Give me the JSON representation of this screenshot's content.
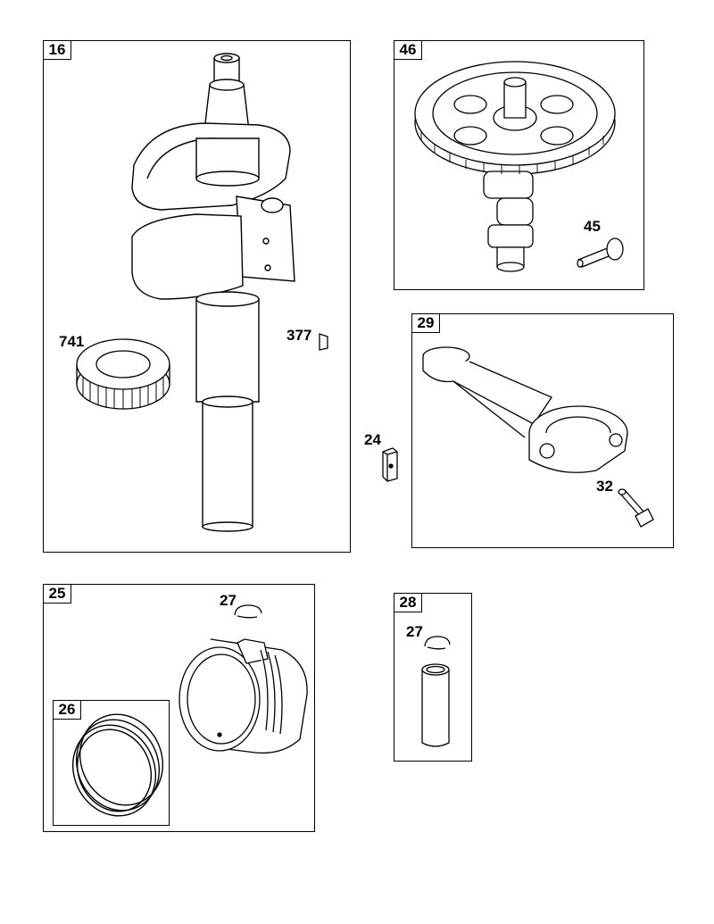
{
  "panels": {
    "p16": {
      "label": "16"
    },
    "p46": {
      "label": "46"
    },
    "p29": {
      "label": "29"
    },
    "p25": {
      "label": "25"
    },
    "p26": {
      "label": "26"
    },
    "p28": {
      "label": "28"
    }
  },
  "callouts": {
    "c741": "741",
    "c377": "377",
    "c45": "45",
    "c24": "24",
    "c32": "32",
    "c27a": "27",
    "c27b": "27"
  }
}
